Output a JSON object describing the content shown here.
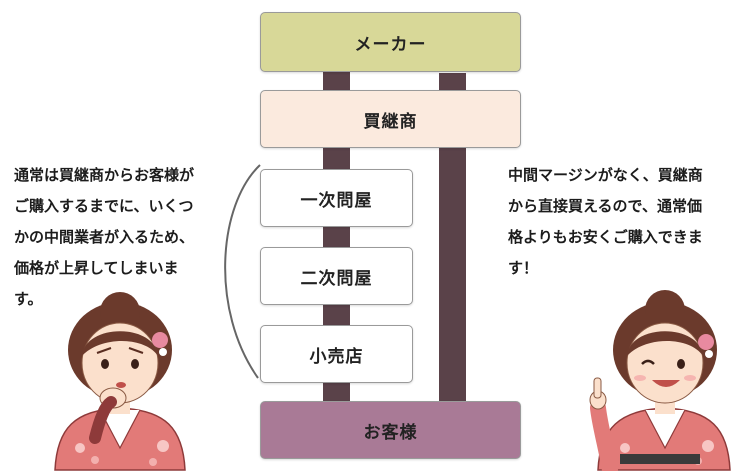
{
  "diagram": {
    "maker": "メーカー",
    "buyer": "買継商",
    "primary_wholesaler": "一次問屋",
    "secondary_wholesaler": "二次問屋",
    "retailer": "小売店",
    "customer": "お客様"
  },
  "notes": {
    "left": [
      "通常は買継商からお客様が",
      "ご購入するまでに、いくつ",
      "かの中間業者が入るため、",
      "価格が上昇してしまいま",
      "す。"
    ],
    "right": [
      "中間マージンがなく、買継商",
      "から直接買えるので、通常価",
      "格よりもお安くご購入できま",
      "す！"
    ]
  },
  "colors": {
    "maker": "#d8d898",
    "buyer": "#fbeade",
    "middle": "#ffffff",
    "customer": "#a97a96",
    "pillar": "#5a4249",
    "kimono": "#e27a78",
    "hair": "#6b3a2c",
    "skin": "#fbe0cc"
  },
  "illustrations": {
    "left": "worried-woman-in-kimono-icon",
    "right": "smiling-woman-pointing-up-icon"
  }
}
